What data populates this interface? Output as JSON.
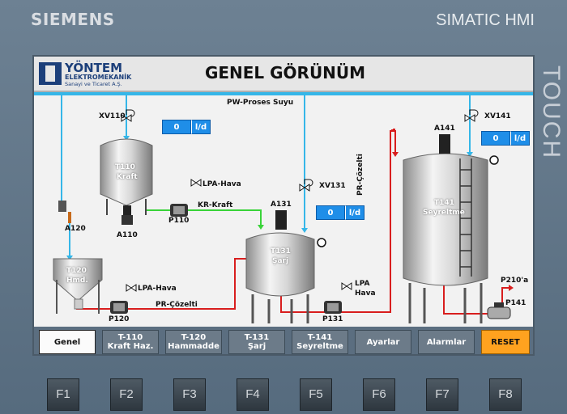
{
  "bezel": {
    "brand": "SIEMENS",
    "product": "SIMATIC HMI",
    "touch_label": "TOUCH"
  },
  "header": {
    "logo_name": "YÖNTEM",
    "logo_sub1": "ELEKTROMEKANİK",
    "logo_sub2": "Sanayi ve Ticaret A.Ş.",
    "title": "GENEL GÖRÜNÜM"
  },
  "diagram": {
    "supply_label": "PW-Proses Suyu",
    "valves": {
      "xv110": "XV110",
      "xv131": "XV131",
      "xv141": "XV141"
    },
    "flow_unit": "l/d",
    "flows": {
      "xv110": "0",
      "xv131": "0",
      "xv141": "0"
    },
    "tanks": {
      "t110": {
        "id": "T110",
        "name": "Kraft"
      },
      "t120": {
        "id": "T120",
        "name": "Hmd."
      },
      "t131": {
        "id": "T131",
        "name": "Şarj"
      },
      "t141": {
        "id": "T141",
        "name": "Seyreltme"
      }
    },
    "motors": {
      "a110": "A110",
      "a120": "A120",
      "a131": "A131",
      "a141": "A141"
    },
    "pumps": {
      "p110": "P110",
      "p120": "P120",
      "p131": "P131",
      "p141": "P141"
    },
    "lines": {
      "lpa_1": "LPA-Hava",
      "lpa_2": "LPA-Hava",
      "lpa_3a": "LPA",
      "lpa_3b": "Hava",
      "kr_kraft": "KR-Kraft",
      "pr_cozelti_h": "PR-Çözelti",
      "pr_cozelti_v": "PR-Çözelti",
      "p210": "P210'a"
    }
  },
  "nav": [
    {
      "label": "Genel",
      "active": true
    },
    {
      "label": "T-110\nKraft Haz."
    },
    {
      "label": "T-120\nHammadde"
    },
    {
      "label": "T-131\nŞarj"
    },
    {
      "label": "T-141\nSeyreltme"
    },
    {
      "label": "Ayarlar"
    },
    {
      "label": "Alarmlar"
    },
    {
      "label": "RESET"
    }
  ],
  "fkeys": [
    "F1",
    "F2",
    "F3",
    "F4",
    "F5",
    "F6",
    "F7",
    "F8"
  ],
  "colors": {
    "water": "#35b6e8",
    "kraft": "#39d339",
    "solution": "#d81e1e",
    "reset": "#ffa21f",
    "flow_box": "#1f8ee8"
  }
}
